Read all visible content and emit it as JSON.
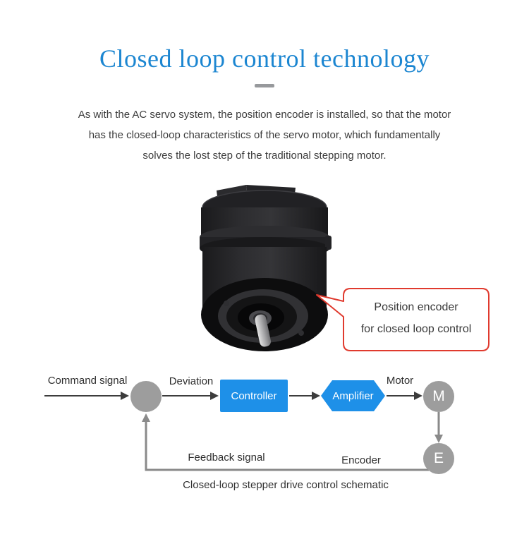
{
  "header": {
    "title": "Closed loop control technology"
  },
  "intro": {
    "lines": [
      "As with the AC servo system, the position encoder is installed, so that the motor",
      "has the closed-loop characteristics of the servo motor, which fundamentally",
      "solves the lost step of the traditional stepping motor."
    ]
  },
  "callout": {
    "line1": "Position encoder",
    "line2": "for closed loop control"
  },
  "diagram": {
    "command_label": "Command signal",
    "deviation_label": "Deviation",
    "controller_label": "Controller",
    "amplifier_label": "Amplifier",
    "motor_label": "Motor",
    "motor_node": "M",
    "encoder_node": "E",
    "feedback_label": "Feedback signal",
    "encoder_label": "Encoder",
    "caption": "Closed-loop stepper drive control schematic"
  },
  "colors": {
    "title_blue": "#1c86d1",
    "accent_blue": "#1e90e8",
    "node_gray": "#9d9d9d",
    "callout_red": "#e03a2e",
    "line_dark": "#3c3c3c",
    "line_gray": "#8a8a8a"
  }
}
